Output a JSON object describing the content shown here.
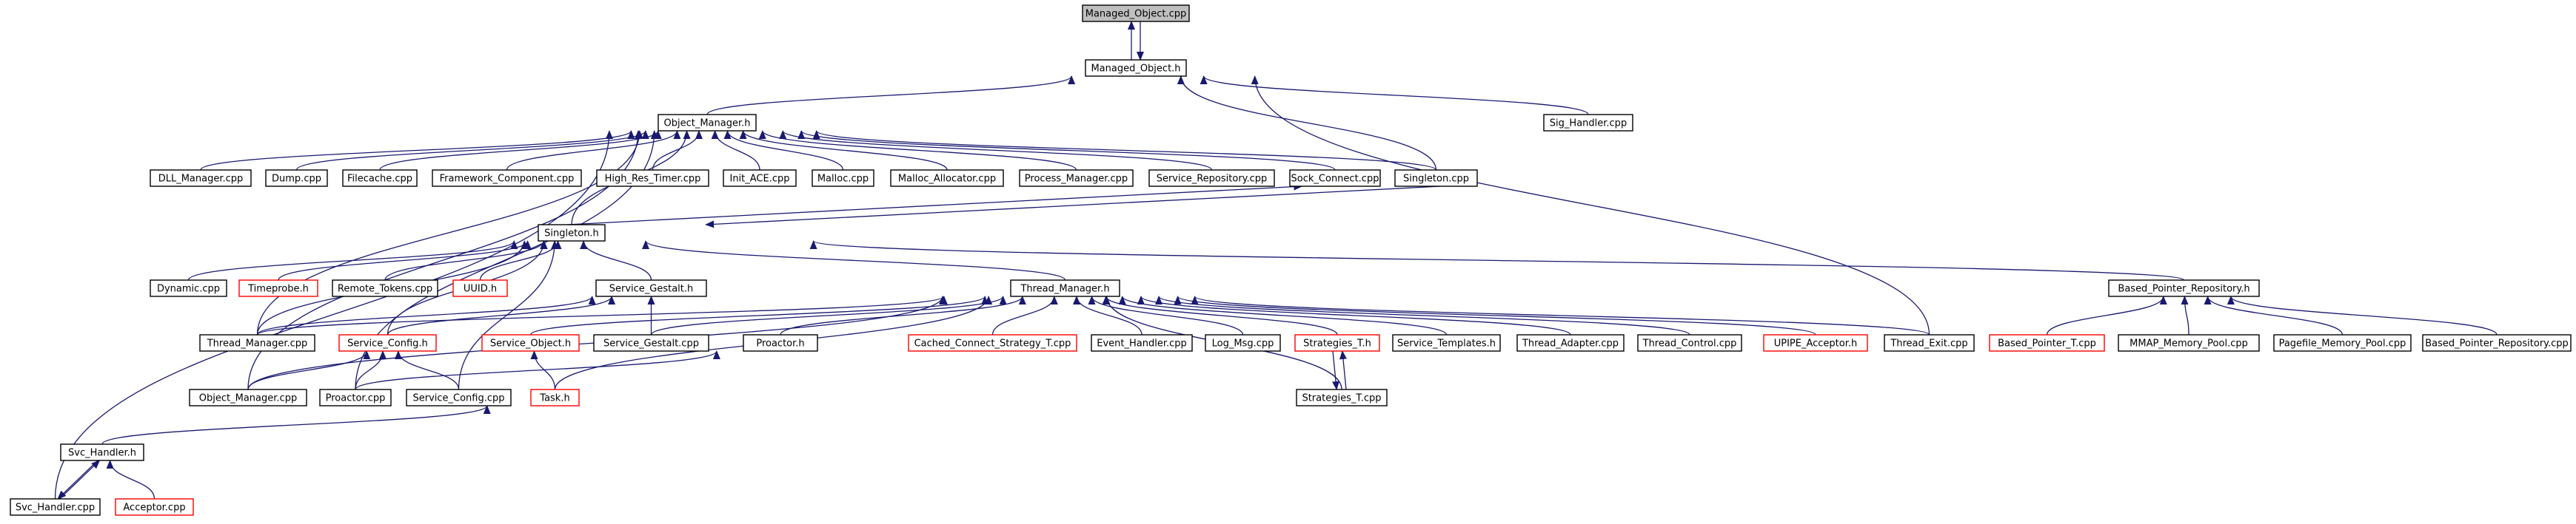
{
  "nodes": [
    {
      "id": "managed_object_cpp",
      "label": "Managed_Object.cpp",
      "root": true,
      "red": false
    },
    {
      "id": "managed_object_h",
      "label": "Managed_Object.h",
      "red": false
    },
    {
      "id": "sig_handler_cpp",
      "label": "Sig_Handler.cpp",
      "red": false
    },
    {
      "id": "object_manager_h",
      "label": "Object_Manager.h",
      "red": false
    },
    {
      "id": "dll_manager_cpp",
      "label": "DLL_Manager.cpp",
      "red": false
    },
    {
      "id": "dump_cpp",
      "label": "Dump.cpp",
      "red": false
    },
    {
      "id": "filecache_cpp",
      "label": "Filecache.cpp",
      "red": false
    },
    {
      "id": "framework_component_cpp",
      "label": "Framework_Component.cpp",
      "red": false
    },
    {
      "id": "high_res_timer_cpp",
      "label": "High_Res_Timer.cpp",
      "red": false
    },
    {
      "id": "init_ace_cpp",
      "label": "Init_ACE.cpp",
      "red": false
    },
    {
      "id": "malloc_cpp",
      "label": "Malloc.cpp",
      "red": false
    },
    {
      "id": "malloc_allocator_cpp",
      "label": "Malloc_Allocator.cpp",
      "red": false
    },
    {
      "id": "process_manager_cpp",
      "label": "Process_Manager.cpp",
      "red": false
    },
    {
      "id": "service_repository_cpp",
      "label": "Service_Repository.cpp",
      "red": false
    },
    {
      "id": "sock_connect_cpp",
      "label": "Sock_Connect.cpp",
      "red": false
    },
    {
      "id": "singleton_cpp",
      "label": "Singleton.cpp",
      "red": false
    },
    {
      "id": "singleton_h",
      "label": "Singleton.h",
      "red": false
    },
    {
      "id": "dynamic_cpp",
      "label": "Dynamic.cpp",
      "red": false
    },
    {
      "id": "timeprobe_h",
      "label": "Timeprobe.h",
      "red": true
    },
    {
      "id": "remote_tokens_cpp",
      "label": "Remote_Tokens.cpp",
      "red": false
    },
    {
      "id": "uuid_h",
      "label": "UUID.h",
      "red": true
    },
    {
      "id": "service_gestalt_h",
      "label": "Service_Gestalt.h",
      "red": false
    },
    {
      "id": "thread_manager_h",
      "label": "Thread_Manager.h",
      "red": false
    },
    {
      "id": "based_pointer_repository_h",
      "label": "Based_Pointer_Repository.h",
      "red": false
    },
    {
      "id": "thread_manager_cpp",
      "label": "Thread_Manager.cpp",
      "red": false
    },
    {
      "id": "service_config_h",
      "label": "Service_Config.h",
      "red": true
    },
    {
      "id": "service_object_h",
      "label": "Service_Object.h",
      "red": true
    },
    {
      "id": "service_gestalt_cpp",
      "label": "Service_Gestalt.cpp",
      "red": false
    },
    {
      "id": "proactor_h",
      "label": "Proactor.h",
      "red": false
    },
    {
      "id": "cached_connect_strategy_t_cpp",
      "label": "Cached_Connect_Strategy_T.cpp",
      "red": true
    },
    {
      "id": "event_handler_cpp",
      "label": "Event_Handler.cpp",
      "red": false
    },
    {
      "id": "log_msg_cpp",
      "label": "Log_Msg.cpp",
      "red": false
    },
    {
      "id": "strategies_t_h",
      "label": "Strategies_T.h",
      "red": true
    },
    {
      "id": "service_templates_h",
      "label": "Service_Templates.h",
      "red": false
    },
    {
      "id": "thread_adapter_cpp",
      "label": "Thread_Adapter.cpp",
      "red": false
    },
    {
      "id": "thread_control_cpp",
      "label": "Thread_Control.cpp",
      "red": false
    },
    {
      "id": "upipe_acceptor_h",
      "label": "UPIPE_Acceptor.h",
      "red": true
    },
    {
      "id": "thread_exit_cpp",
      "label": "Thread_Exit.cpp",
      "red": false
    },
    {
      "id": "based_pointer_t_cpp",
      "label": "Based_Pointer_T.cpp",
      "red": true
    },
    {
      "id": "mmap_memory_pool_cpp",
      "label": "MMAP_Memory_Pool.cpp",
      "red": false
    },
    {
      "id": "pagefile_memory_pool_cpp",
      "label": "Pagefile_Memory_Pool.cpp",
      "red": false
    },
    {
      "id": "based_pointer_repository_cpp",
      "label": "Based_Pointer_Repository.cpp",
      "red": false
    },
    {
      "id": "object_manager_cpp",
      "label": "Object_Manager.cpp",
      "red": false
    },
    {
      "id": "proactor_cpp",
      "label": "Proactor.cpp",
      "red": false
    },
    {
      "id": "service_config_cpp",
      "label": "Service_Config.cpp",
      "red": false
    },
    {
      "id": "task_h",
      "label": "Task.h",
      "red": true
    },
    {
      "id": "strategies_t_cpp",
      "label": "Strategies_T.cpp",
      "red": false
    },
    {
      "id": "svc_handler_h",
      "label": "Svc_Handler.h",
      "red": false
    },
    {
      "id": "svc_handler_cpp",
      "label": "Svc_Handler.cpp",
      "red": false
    },
    {
      "id": "acceptor_cpp",
      "label": "Acceptor.cpp",
      "red": true
    }
  ],
  "edges": [
    [
      "managed_object_h",
      "managed_object_cpp"
    ],
    [
      "managed_object_cpp",
      "managed_object_h"
    ],
    [
      "managed_object_h",
      "object_manager_h"
    ],
    [
      "managed_object_h",
      "singleton_cpp"
    ],
    [
      "managed_object_h",
      "sig_handler_cpp"
    ],
    [
      "managed_object_h",
      "thread_exit_cpp"
    ],
    [
      "object_manager_h",
      "dll_manager_cpp"
    ],
    [
      "object_manager_h",
      "dump_cpp"
    ],
    [
      "object_manager_h",
      "filecache_cpp"
    ],
    [
      "object_manager_h",
      "framework_component_cpp"
    ],
    [
      "object_manager_h",
      "high_res_timer_cpp"
    ],
    [
      "object_manager_h",
      "init_ace_cpp"
    ],
    [
      "object_manager_h",
      "malloc_cpp"
    ],
    [
      "object_manager_h",
      "malloc_allocator_cpp"
    ],
    [
      "object_manager_h",
      "process_manager_cpp"
    ],
    [
      "object_manager_h",
      "service_repository_cpp"
    ],
    [
      "object_manager_h",
      "sock_connect_cpp"
    ],
    [
      "object_manager_h",
      "singleton_cpp"
    ],
    [
      "object_manager_h",
      "singleton_h"
    ],
    [
      "object_manager_h",
      "thread_manager_cpp"
    ],
    [
      "object_manager_h",
      "object_manager_cpp"
    ],
    [
      "object_manager_h",
      "proactor_cpp"
    ],
    [
      "object_manager_h",
      "svc_handler_cpp"
    ],
    [
      "singleton_h",
      "singleton_cpp"
    ],
    [
      "singleton_cpp",
      "singleton_h"
    ],
    [
      "singleton_h",
      "dynamic_cpp"
    ],
    [
      "singleton_h",
      "timeprobe_h"
    ],
    [
      "singleton_h",
      "remote_tokens_cpp"
    ],
    [
      "singleton_h",
      "uuid_h"
    ],
    [
      "singleton_h",
      "service_gestalt_h"
    ],
    [
      "singleton_h",
      "thread_manager_h"
    ],
    [
      "singleton_h",
      "based_pointer_repository_h"
    ],
    [
      "singleton_h",
      "thread_manager_cpp"
    ],
    [
      "singleton_h",
      "service_config_h"
    ],
    [
      "singleton_h",
      "service_config_cpp"
    ],
    [
      "service_gestalt_h",
      "service_gestalt_cpp"
    ],
    [
      "service_gestalt_h",
      "service_config_h"
    ],
    [
      "service_gestalt_h",
      "thread_manager_cpp"
    ],
    [
      "service_config_h",
      "object_manager_cpp"
    ],
    [
      "service_config_h",
      "proactor_cpp"
    ],
    [
      "service_config_h",
      "service_config_cpp"
    ],
    [
      "service_object_h",
      "task_h"
    ],
    [
      "thread_manager_h",
      "thread_manager_cpp"
    ],
    [
      "thread_manager_h",
      "service_object_h"
    ],
    [
      "thread_manager_h",
      "service_gestalt_cpp"
    ],
    [
      "thread_manager_h",
      "proactor_h"
    ],
    [
      "thread_manager_h",
      "cached_connect_strategy_t_cpp"
    ],
    [
      "thread_manager_h",
      "event_handler_cpp"
    ],
    [
      "thread_manager_h",
      "log_msg_cpp"
    ],
    [
      "thread_manager_h",
      "strategies_t_h"
    ],
    [
      "thread_manager_h",
      "service_templates_h"
    ],
    [
      "thread_manager_h",
      "thread_adapter_cpp"
    ],
    [
      "thread_manager_h",
      "thread_control_cpp"
    ],
    [
      "thread_manager_h",
      "upipe_acceptor_h"
    ],
    [
      "thread_manager_h",
      "thread_exit_cpp"
    ],
    [
      "thread_manager_h",
      "object_manager_cpp"
    ],
    [
      "thread_manager_h",
      "task_h"
    ],
    [
      "thread_manager_h",
      "strategies_t_cpp"
    ],
    [
      "proactor_h",
      "proactor_cpp"
    ],
    [
      "strategies_t_h",
      "strategies_t_cpp"
    ],
    [
      "strategies_t_cpp",
      "strategies_t_h"
    ],
    [
      "task_h",
      "svc_handler_h"
    ],
    [
      "svc_handler_h",
      "svc_handler_cpp"
    ],
    [
      "svc_handler_cpp",
      "svc_handler_h"
    ],
    [
      "svc_handler_h",
      "acceptor_cpp"
    ],
    [
      "based_pointer_repository_h",
      "based_pointer_t_cpp"
    ],
    [
      "based_pointer_repository_h",
      "mmap_memory_pool_cpp"
    ],
    [
      "based_pointer_repository_h",
      "pagefile_memory_pool_cpp"
    ],
    [
      "based_pointer_repository_h",
      "based_pointer_repository_cpp"
    ]
  ]
}
